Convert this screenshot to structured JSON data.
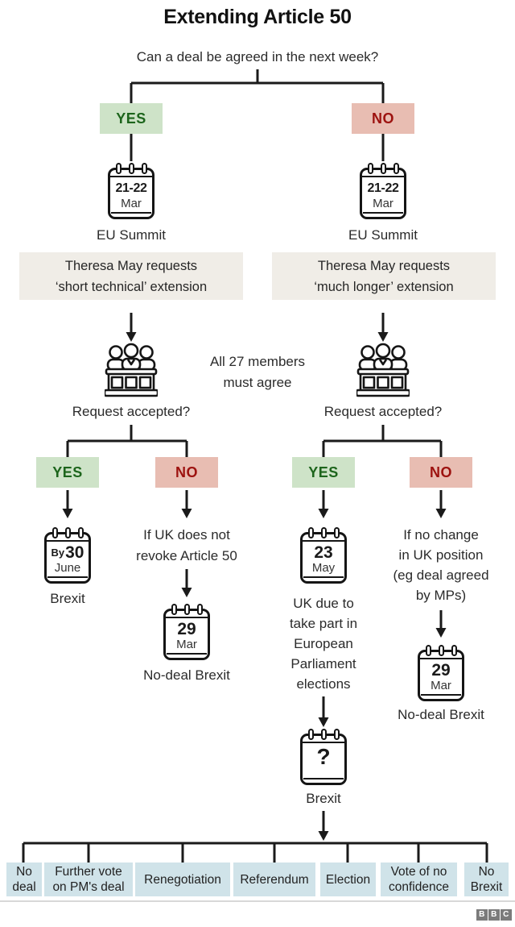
{
  "title": "Extending Article 50",
  "question": "Can a deal be agreed in the next week?",
  "agree_note": "All 27 members\nmust agree",
  "left": {
    "answer": "YES",
    "summit_calendar": {
      "date": "21-22",
      "month": "Mar"
    },
    "summit_label": "EU Summit",
    "request_note": "Theresa May requests\n‘short technical’ extension",
    "request_question": "Request accepted?",
    "yes": {
      "label": "YES",
      "calendar": {
        "prefix": "By",
        "date": "30",
        "month": "June"
      },
      "outcome_label": "Brexit"
    },
    "no": {
      "label": "NO",
      "condition": "If UK does not\nrevoke Article 50",
      "calendar": {
        "date": "29",
        "month": "Mar"
      },
      "outcome_label": "No-deal Brexit"
    }
  },
  "right": {
    "answer": "NO",
    "summit_calendar": {
      "date": "21-22",
      "month": "Mar"
    },
    "summit_label": "EU Summit",
    "request_note": "Theresa May requests\n‘much longer’ extension",
    "request_question": "Request accepted?",
    "yes": {
      "label": "YES",
      "calendar": {
        "date": "23",
        "month": "May"
      },
      "condition": "UK due to\ntake part in\nEuropean\nParliament\nelections",
      "final_calendar": {
        "date": "?"
      },
      "final_label": "Brexit"
    },
    "no": {
      "label": "NO",
      "condition": "If no change\nin UK position\n(eg deal agreed\nby MPs)",
      "calendar": {
        "date": "29",
        "month": "Mar"
      },
      "outcome_label": "No-deal Brexit"
    }
  },
  "outcomes": [
    "No\ndeal",
    "Further vote\non PM's deal",
    "Renegotiation",
    "Referendum",
    "Election",
    "Vote of no\nconfidence",
    "No\nBrexit"
  ],
  "footer": {
    "logo_letters": [
      "B",
      "B",
      "C"
    ]
  },
  "colors": {
    "yes_bg": "#cee3c8",
    "yes_text": "#1d651c",
    "no_bg": "#e8bdb2",
    "no_text": "#9d120f",
    "note_bg": "#f0ede7",
    "outcome_bg": "#d0e3e9",
    "line": "#1a1a1a",
    "muted_text": "#6b6b6b"
  }
}
